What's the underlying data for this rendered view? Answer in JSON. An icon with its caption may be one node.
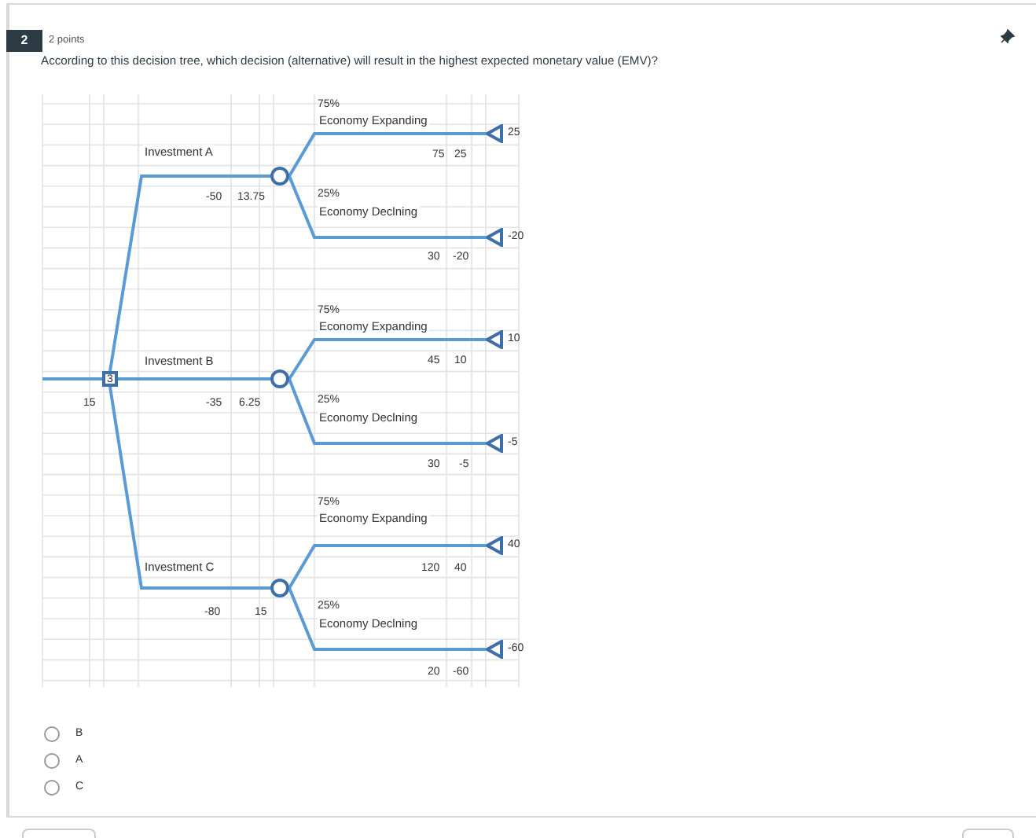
{
  "diagram": {
    "title": "According to this decision tree, which decision (alternative) will result in the highest expected monetary value (EMV)?",
    "nodes": [
      {
        "text": [
          "3"
        ],
        "beside": [
          "15"
        ]
      },
      {
        "text": [],
        "shape": "circle"
      },
      {
        "text": [],
        "shape": "circle"
      },
      {
        "text": [],
        "shape": "circle"
      },
      {
        "text": [],
        "shape": "triangle",
        "beside": [
          "25"
        ]
      },
      {
        "text": [],
        "shape": "triangle",
        "beside": [
          "-20"
        ]
      },
      {
        "text": [],
        "shape": "triangle",
        "beside": [
          "10"
        ]
      },
      {
        "text": [],
        "shape": "triangle",
        "beside": [
          "-5"
        ]
      },
      {
        "text": [],
        "shape": "triangle",
        "beside": [
          "40"
        ]
      },
      {
        "text": [],
        "shape": "triangle",
        "beside": [
          "-60"
        ]
      }
    ],
    "edges": [
      {
        "from": null,
        "to": 0,
        "arrow": "none"
      },
      {
        "from": 0,
        "to": 1,
        "arrow": "none",
        "label": "Investment A"
      },
      {
        "from": 0,
        "to": 2,
        "arrow": "none",
        "label": "Investment B"
      },
      {
        "from": 0,
        "to": 3,
        "arrow": "none",
        "label": "Investment C"
      },
      {
        "from": 1,
        "to": 4,
        "arrow": "none",
        "label": "Economy Expanding"
      },
      {
        "from": 1,
        "to": 5,
        "arrow": "none",
        "label": "Economy Declning"
      },
      {
        "from": 2,
        "to": 6,
        "arrow": "none",
        "label": "Economy Expanding"
      },
      {
        "from": 2,
        "to": 7,
        "arrow": "none",
        "label": "Economy Declning"
      },
      {
        "from": 3,
        "to": 8,
        "arrow": "none",
        "label": "Economy Expanding"
      },
      {
        "from": 3,
        "to": 9,
        "arrow": "none",
        "label": "Economy Declning"
      }
    ],
    "labels": [
      "2",
      "2 points",
      "75%",
      "75",
      "25",
      "-50",
      "13.75",
      "25%",
      "30",
      "-20",
      "75%",
      "45",
      "10",
      "-35",
      "6.25",
      "25%",
      "30",
      "-5",
      "75%",
      "120",
      "40",
      "-80",
      "15",
      "25%",
      "20",
      "-60",
      "B",
      "A",
      "C"
    ]
  }
}
